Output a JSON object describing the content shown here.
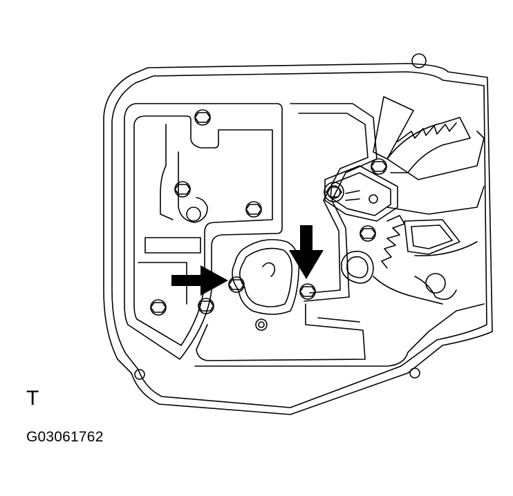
{
  "figure": {
    "view_letter": "T",
    "figure_id": "G03061762"
  },
  "colors": {
    "line": "#000000",
    "background": "#ffffff",
    "arrow": "#000000"
  },
  "callouts": {
    "arrow_count": 2,
    "targets": [
      "bolt-left-of-motor",
      "bolt-right-of-motor"
    ]
  }
}
